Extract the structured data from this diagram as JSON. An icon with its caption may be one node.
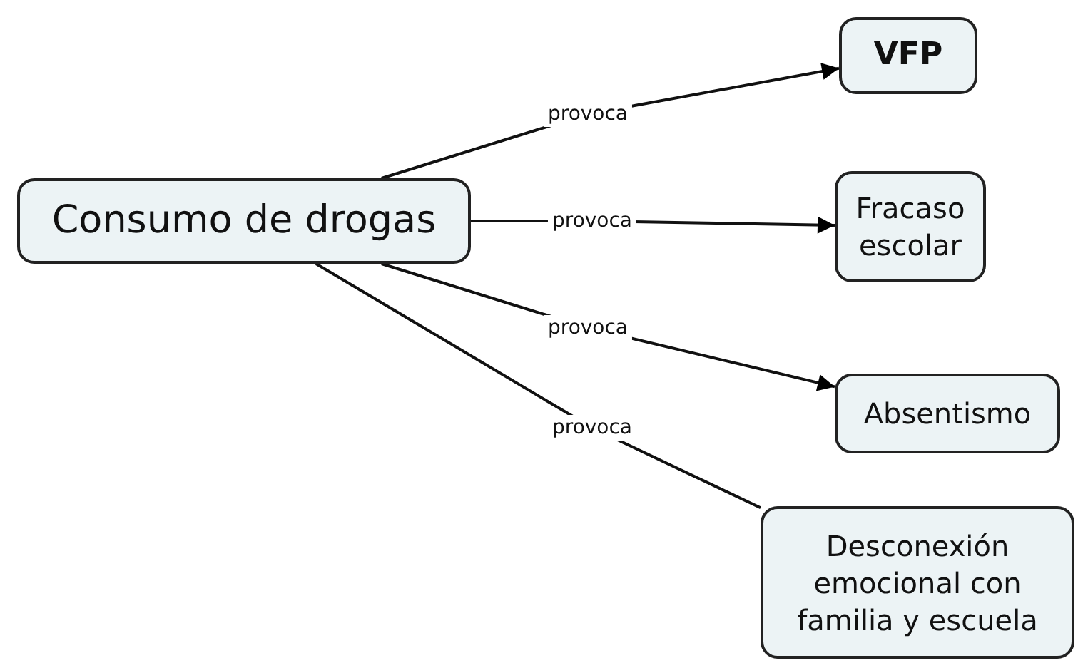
{
  "diagram": {
    "nodes": [
      {
        "text": [
          "Consumo de drogas"
        ]
      },
      {
        "text": [
          "VFP"
        ]
      },
      {
        "text": [
          "Fracaso escolar"
        ]
      },
      {
        "text": [
          "Absentismo"
        ]
      },
      {
        "text": [
          "Desconexión emocional con familia y escuela"
        ]
      }
    ],
    "edges": [
      {
        "from": 0,
        "to": 1,
        "arrow": "to",
        "label": "provoca"
      },
      {
        "from": 0,
        "to": 2,
        "arrow": "to",
        "label": "provoca"
      },
      {
        "from": 0,
        "to": 3,
        "arrow": "to",
        "label": "provoca"
      },
      {
        "from": 0,
        "to": 4,
        "arrow": "none",
        "label": "provoca"
      }
    ]
  }
}
